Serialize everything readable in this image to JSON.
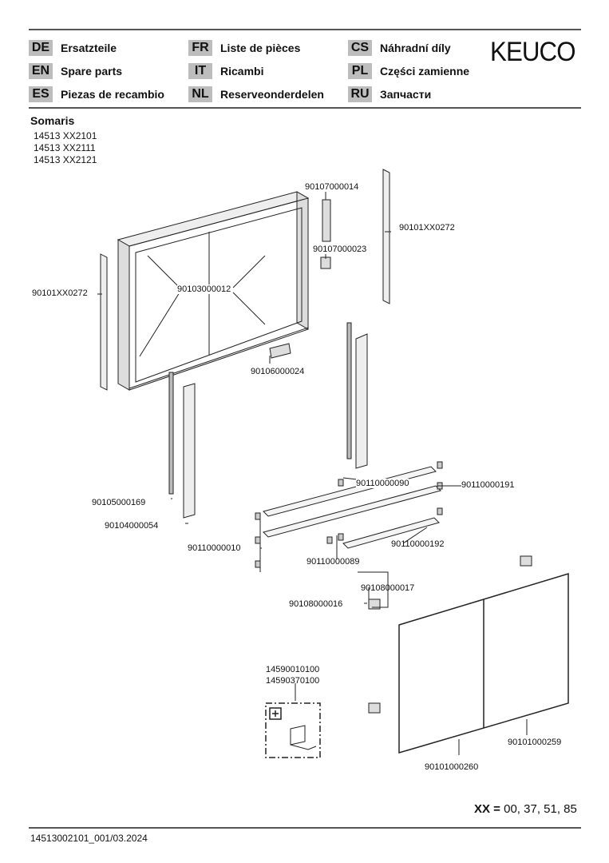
{
  "brand": "KEUCO",
  "languages": [
    {
      "code": "DE",
      "label": "Ersatzteile"
    },
    {
      "code": "EN",
      "label": "Spare parts"
    },
    {
      "code": "ES",
      "label": "Piezas de recambio"
    },
    {
      "code": "FR",
      "label": "Liste de pièces"
    },
    {
      "code": "IT",
      "label": "Ricambi"
    },
    {
      "code": "NL",
      "label": "Reserveonderdelen"
    },
    {
      "code": "CS",
      "label": "Náhradní díly"
    },
    {
      "code": "PL",
      "label": "Części zamienne"
    },
    {
      "code": "RU",
      "label": "Запчасти"
    }
  ],
  "product": {
    "name": "Somaris",
    "models": [
      "14513 XX2101",
      "14513 XX2111",
      "14513 XX2121"
    ]
  },
  "parts": [
    "90107000014",
    "90101XX0272",
    "90107000023",
    "90101XX0272",
    "90103000012",
    "90106000024",
    "90110000090",
    "90110000191",
    "90105000169",
    "90104000054",
    "90110000010",
    "90110000192",
    "90110000089",
    "90108000017",
    "90108000016",
    "14590010100",
    "14590370100",
    "90101000259",
    "90101000260"
  ],
  "variants": {
    "key": "XX =",
    "values": "00, 37, 51, 85"
  },
  "footer": "14513002101_001/03.2024"
}
